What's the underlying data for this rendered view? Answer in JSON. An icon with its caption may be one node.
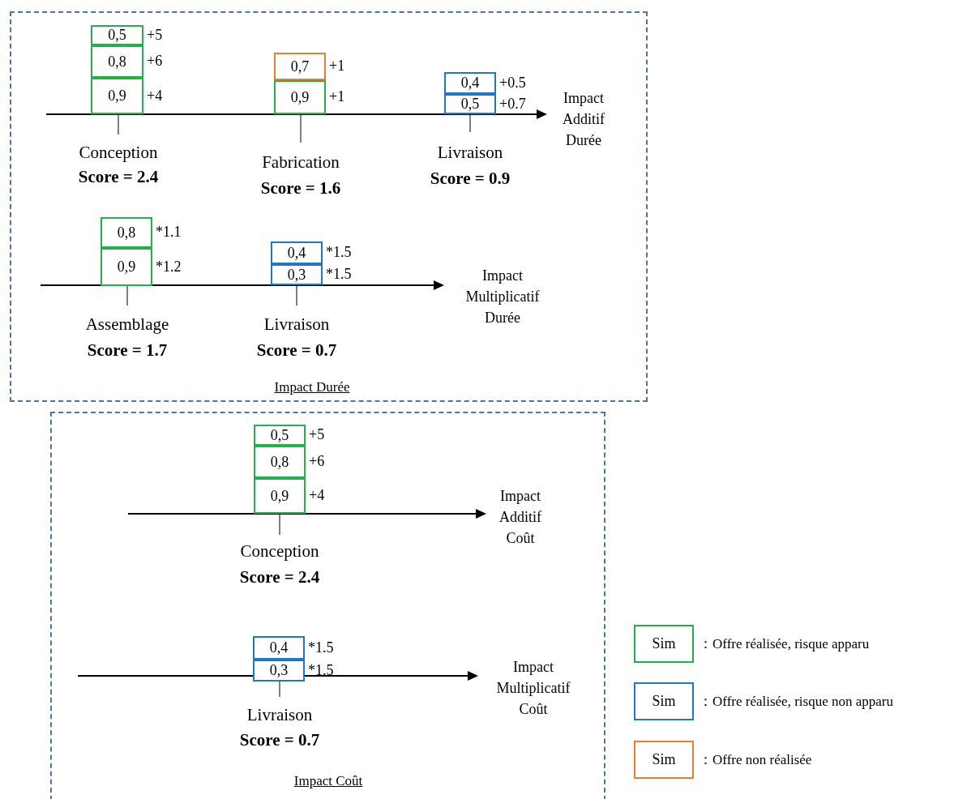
{
  "diagram": {
    "nodes": [
      {
        "text": [
          "Impact Durée"
        ]
      },
      {
        "text": [
          "0,5"
        ],
        "beside": [
          "+5"
        ],
        "in": 0
      },
      {
        "text": [
          "0,8"
        ],
        "beside": [
          "+6"
        ],
        "in": 0
      },
      {
        "text": [
          "0,9"
        ],
        "beside": [
          "+4"
        ],
        "in": 0
      },
      {
        "text": [
          "0,7"
        ],
        "beside": [
          "+1"
        ],
        "in": 0
      },
      {
        "text": [
          "0,9"
        ],
        "beside": [
          "+1"
        ],
        "in": 0
      },
      {
        "text": [
          "0,4"
        ],
        "beside": [
          "+0.5"
        ],
        "in": 0
      },
      {
        "text": [
          "0,5"
        ],
        "beside": [
          "+0.7"
        ],
        "in": 0
      },
      {
        "text": [
          "0,8"
        ],
        "beside": [
          "*1.1"
        ],
        "in": 0
      },
      {
        "text": [
          "0,9"
        ],
        "beside": [
          "*1.2"
        ],
        "in": 0
      },
      {
        "text": [
          "0,4"
        ],
        "beside": [
          "*1.5"
        ],
        "in": 0
      },
      {
        "text": [
          "0,3"
        ],
        "beside": [
          "*1.5"
        ],
        "in": 0
      },
      {
        "text": [
          "Impact Coût"
        ]
      },
      {
        "text": [
          "0,5"
        ],
        "beside": [
          "+5"
        ],
        "in": 12
      },
      {
        "text": [
          "0,8"
        ],
        "beside": [
          "+6"
        ],
        "in": 12
      },
      {
        "text": [
          "0,9"
        ],
        "beside": [
          "+4"
        ],
        "in": 12
      },
      {
        "text": [
          "0,4"
        ],
        "beside": [
          "*1.5"
        ],
        "in": 12
      },
      {
        "text": [
          "0,3"
        ],
        "beside": [
          "*1.5"
        ],
        "in": 12
      }
    ],
    "labels": [
      "Impact Additif Durée",
      "Conception",
      "Score = 2.4",
      "Fabrication",
      "Score = 1.6",
      "Livraison",
      "Score = 0.9",
      "Impact Multiplicatif Durée",
      "Assemblage",
      "Score = 1.7",
      "Livraison",
      "Score = 0.7",
      "Impact Additif Coût",
      "Conception",
      "Score = 2.4",
      "Impact Multiplicatif Coût",
      "Livraison",
      "Score = 0.7",
      "Sim",
      "Sim",
      "Sim"
    ],
    "legend": [
      {
        "text": "：Offre réalisée, risque apparu",
        "color": "#22b14c"
      },
      {
        "text": "：Offre réalisée, risque non apparu",
        "color": "#1f77c9"
      },
      {
        "text": "：Offre non réalisée",
        "color": "#ed7d31"
      }
    ]
  }
}
